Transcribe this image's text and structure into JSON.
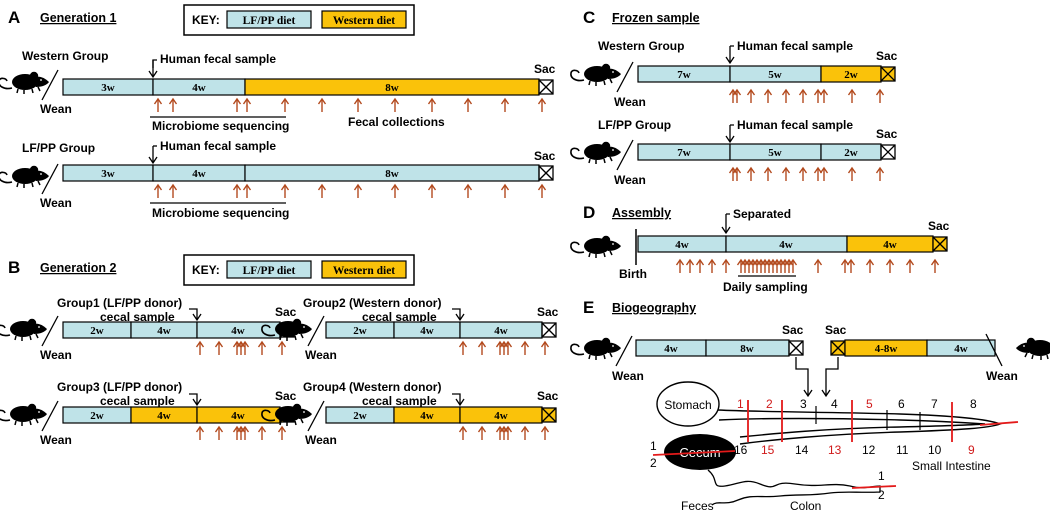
{
  "colors": {
    "lfpp": "#bfe3e8",
    "western": "#fac20a",
    "arrow": "#b34a1e",
    "cut": "#e31a1a",
    "stroke": "#000000"
  },
  "icons": [
    "mouse-icon",
    "sac-box-icon",
    "arrow-down-icon"
  ],
  "key": {
    "label": "KEY:",
    "lfpp": "LF/PP diet",
    "western": "Western diet"
  },
  "common": {
    "wean": "Wean",
    "sac": "Sac",
    "birth": "Birth"
  },
  "panelA": {
    "letter": "A",
    "title": "Generation 1",
    "western": {
      "name": "Western Group",
      "human": "Human fecal sample",
      "seg": [
        "3w",
        "4w",
        "8w"
      ],
      "microbiome": "Microbiome sequencing",
      "fecal": "Fecal collections"
    },
    "lfpp": {
      "name": "LF/PP Group",
      "human": "Human fecal sample",
      "seg": [
        "3w",
        "4w",
        "8w"
      ],
      "microbiome": "Microbiome sequencing"
    }
  },
  "panelB": {
    "letter": "B",
    "title": "Generation 2",
    "g1": {
      "name1": "Group1 (LF/PP donor)",
      "name2": "cecal sample",
      "seg": [
        "2w",
        "4w",
        "4w"
      ]
    },
    "g2": {
      "name1": "Group2 (Western donor)",
      "name2": "cecal sample",
      "seg": [
        "2w",
        "4w",
        "4w"
      ]
    },
    "g3": {
      "name1": "Group3 (LF/PP donor)",
      "name2": "cecal sample",
      "seg": [
        "2w",
        "4w",
        "4w"
      ]
    },
    "g4": {
      "name1": "Group4 (Western donor)",
      "name2": "cecal sample",
      "seg": [
        "2w",
        "4w",
        "4w"
      ]
    }
  },
  "panelC": {
    "letter": "C",
    "title": "Frozen sample",
    "western": {
      "name": "Western Group",
      "human": "Human fecal sample",
      "seg": [
        "7w",
        "5w",
        "2w"
      ]
    },
    "lfpp": {
      "name": "LF/PP Group",
      "human": "Human fecal sample",
      "seg": [
        "7w",
        "5w",
        "2w"
      ]
    }
  },
  "panelD": {
    "letter": "D",
    "title": "Assembly",
    "separated": "Separated",
    "seg": [
      "4w",
      "4w",
      "4w"
    ],
    "daily": "Daily sampling"
  },
  "panelE": {
    "letter": "E",
    "title": "Biogeography",
    "seg_left": [
      "4w",
      "8w"
    ],
    "seg_right": [
      "4-8w",
      "4w"
    ],
    "stomach": "Stomach",
    "cecum": "Cecum",
    "small_intestine": "Small Intestine",
    "colon": "Colon",
    "feces": "Feces",
    "top_numbers": [
      "1",
      "2",
      "3",
      "4",
      "5",
      "6",
      "7",
      "8"
    ],
    "bottom_numbers": [
      "16",
      "15",
      "14",
      "13",
      "12",
      "11",
      "10",
      "9"
    ],
    "cecum_numbers": [
      "1",
      "2"
    ],
    "colon_numbers": [
      "1",
      "2"
    ]
  }
}
